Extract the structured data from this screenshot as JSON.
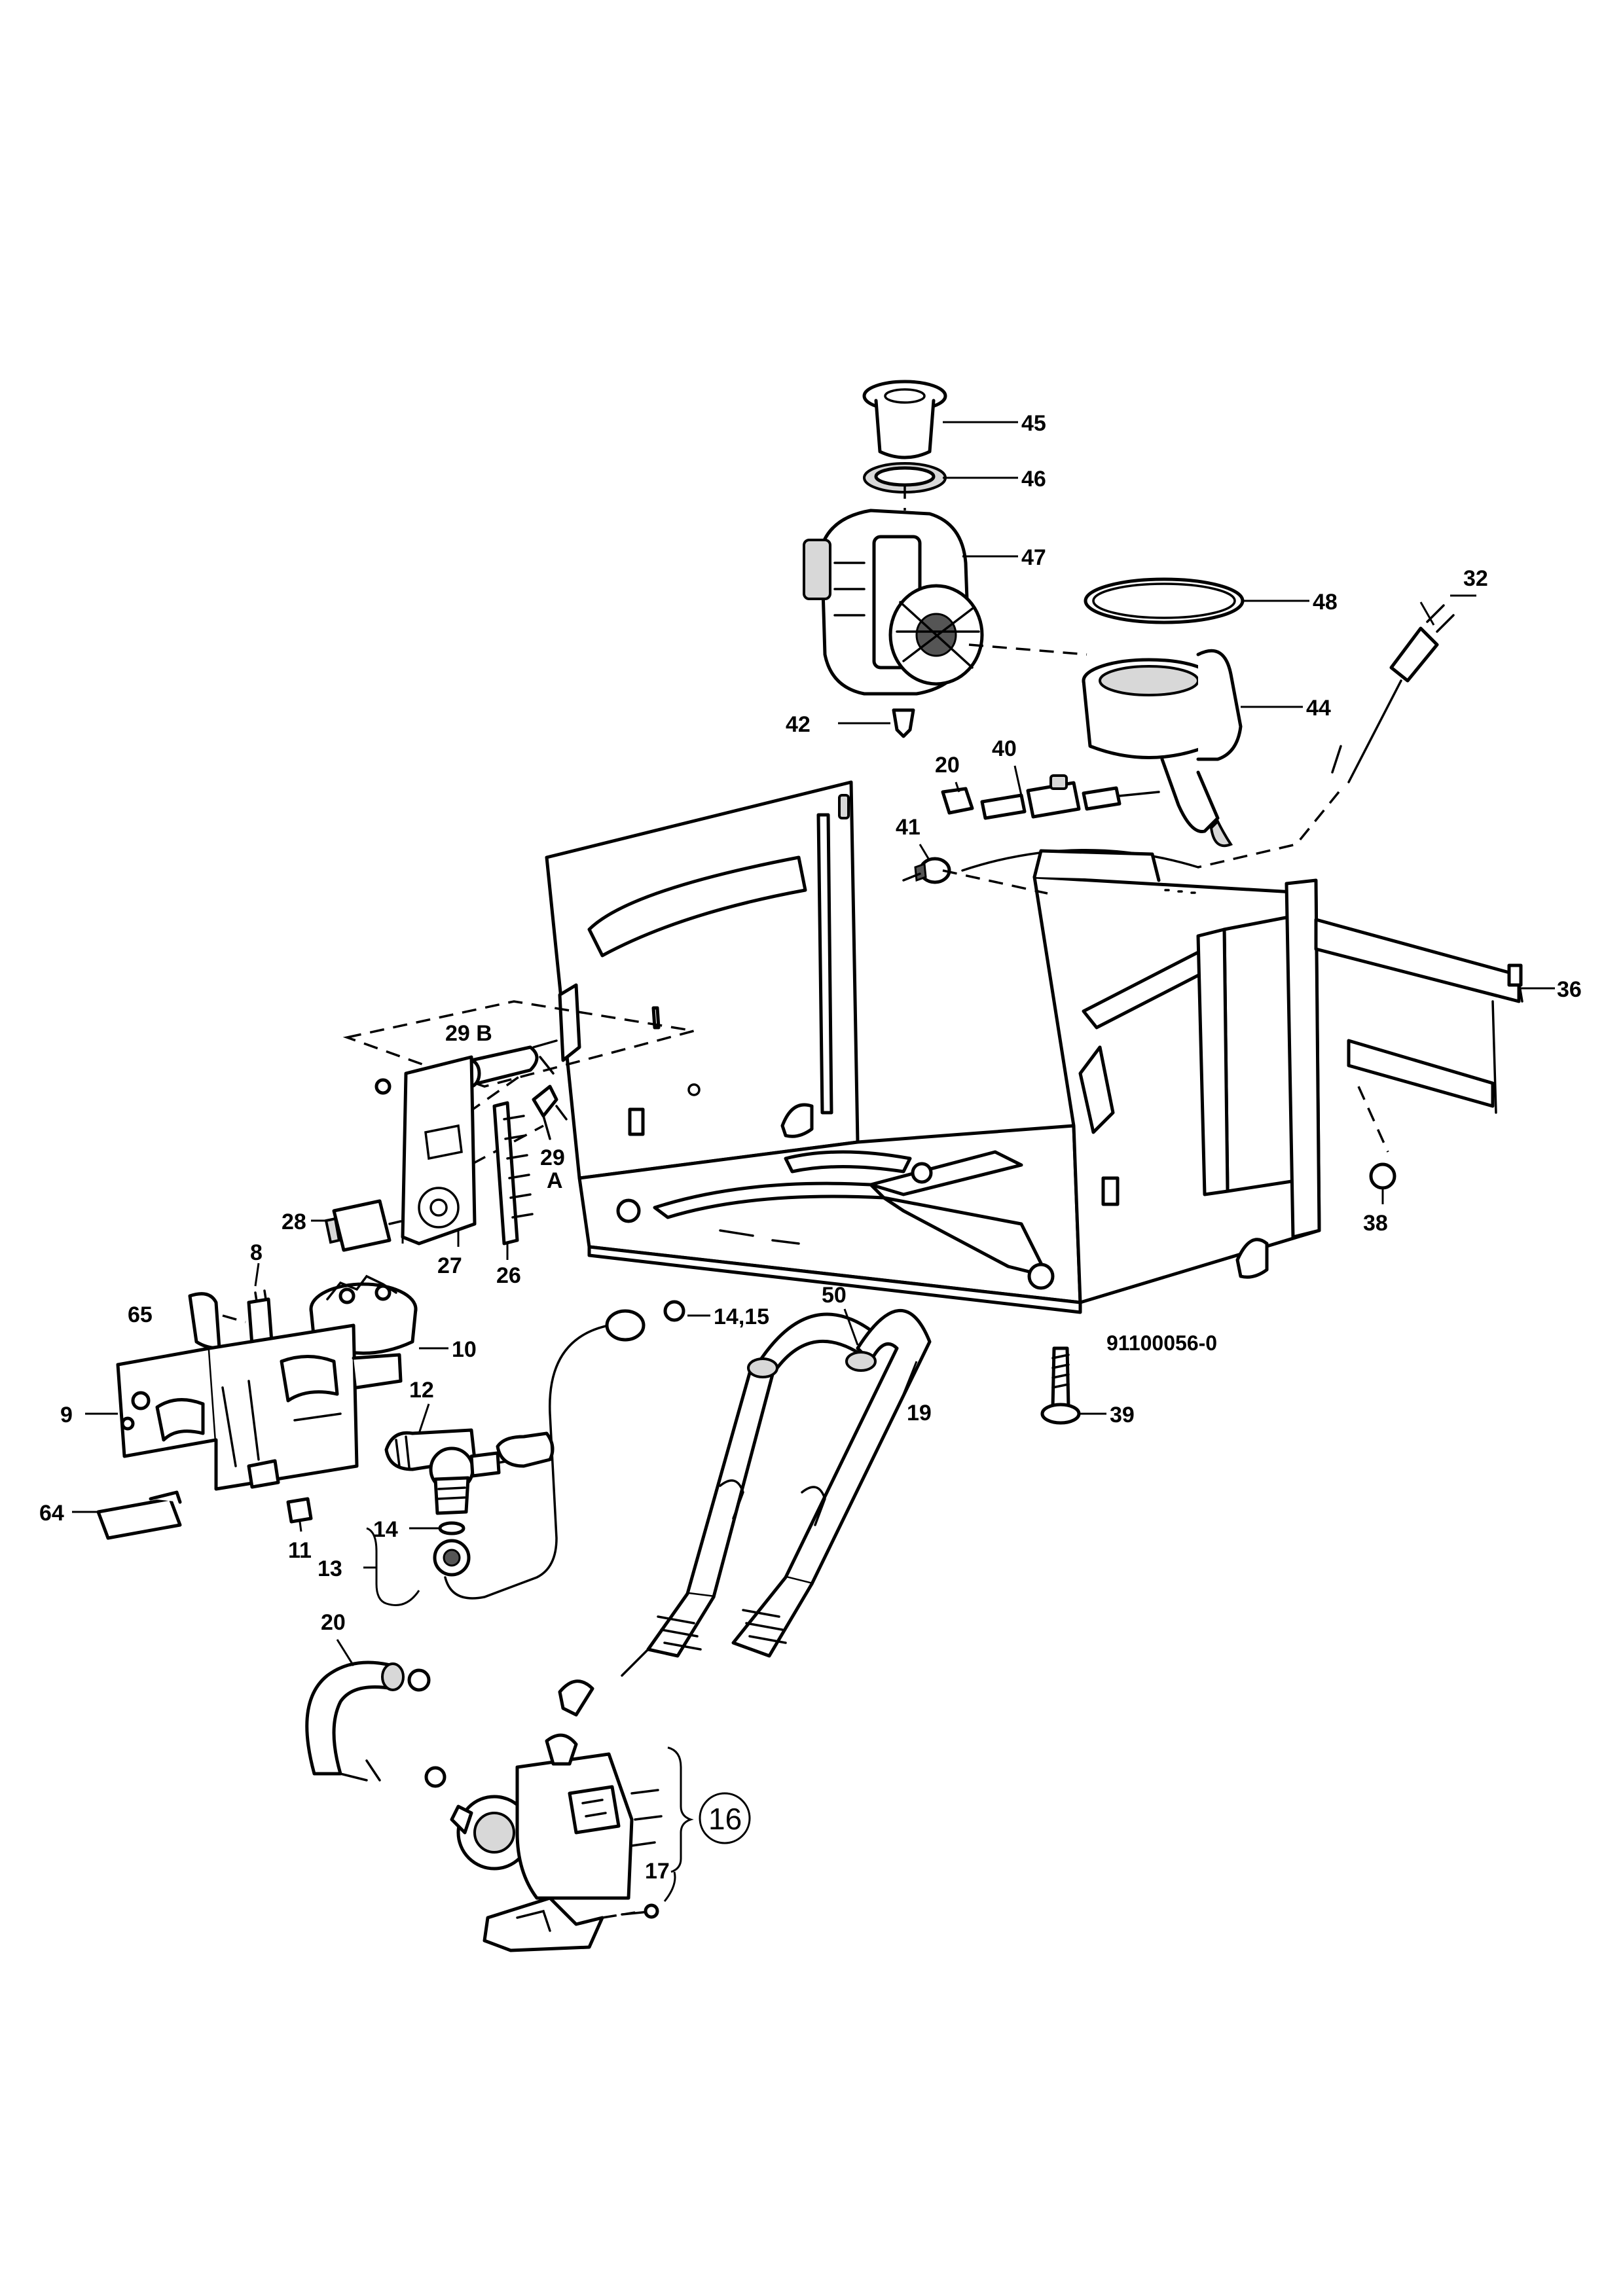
{
  "diagram": {
    "reference_code": "91100056-0",
    "callouts": [
      {
        "id": "45",
        "text": "45"
      },
      {
        "id": "46",
        "text": "46"
      },
      {
        "id": "47",
        "text": "47"
      },
      {
        "id": "48",
        "text": "48"
      },
      {
        "id": "32",
        "text": "32"
      },
      {
        "id": "44",
        "text": "44"
      },
      {
        "id": "42",
        "text": "42"
      },
      {
        "id": "20a",
        "text": "20"
      },
      {
        "id": "40",
        "text": "40"
      },
      {
        "id": "41",
        "text": "41"
      },
      {
        "id": "29b",
        "text": "29 B"
      },
      {
        "id": "29a",
        "text": "29"
      },
      {
        "id": "29a-sub",
        "text": "A"
      },
      {
        "id": "28",
        "text": "28"
      },
      {
        "id": "27",
        "text": "27"
      },
      {
        "id": "26",
        "text": "26"
      },
      {
        "id": "8",
        "text": "8"
      },
      {
        "id": "65",
        "text": "65"
      },
      {
        "id": "10",
        "text": "10"
      },
      {
        "id": "36",
        "text": "36"
      },
      {
        "id": "38",
        "text": "38"
      },
      {
        "id": "50",
        "text": "50"
      },
      {
        "id": "14-15",
        "text": "14,15"
      },
      {
        "id": "19",
        "text": "19"
      },
      {
        "id": "39",
        "text": "39"
      },
      {
        "id": "9",
        "text": "9"
      },
      {
        "id": "12",
        "text": "12"
      },
      {
        "id": "64",
        "text": "64"
      },
      {
        "id": "11",
        "text": "11"
      },
      {
        "id": "14",
        "text": "14"
      },
      {
        "id": "13",
        "text": "13"
      },
      {
        "id": "20b",
        "text": "20"
      },
      {
        "id": "16",
        "text": "16"
      },
      {
        "id": "17",
        "text": "17"
      }
    ]
  }
}
